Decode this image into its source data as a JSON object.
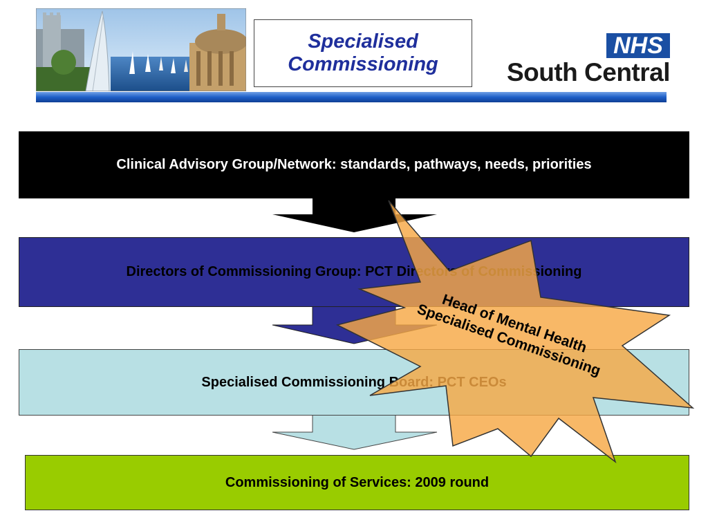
{
  "header": {
    "title_line1": "Specialised",
    "title_line2": "Commissioning",
    "logo_badge": "NHS",
    "logo_region": "South Central"
  },
  "stages": [
    {
      "label": "Clinical Advisory Group/Network: standards, pathways, needs, priorities"
    },
    {
      "label": "Directors of Commissioning Group: PCT Directors of Commissioning"
    },
    {
      "label": "Specialised Commissioning Board: PCT CEOs"
    },
    {
      "label": "Commissioning of Services: 2009 round"
    }
  ],
  "callout": {
    "line1": "Head of Mental Health",
    "line2": "Specialised Commissioning"
  },
  "colors": {
    "stage1": "#000000",
    "stage2": "#2e2f95",
    "stage3": "#b8e0e4",
    "stage4": "#99cc00",
    "starburst": "#f7a845",
    "title": "#1f2f9c",
    "nhs_blue": "#1a4fa3"
  }
}
